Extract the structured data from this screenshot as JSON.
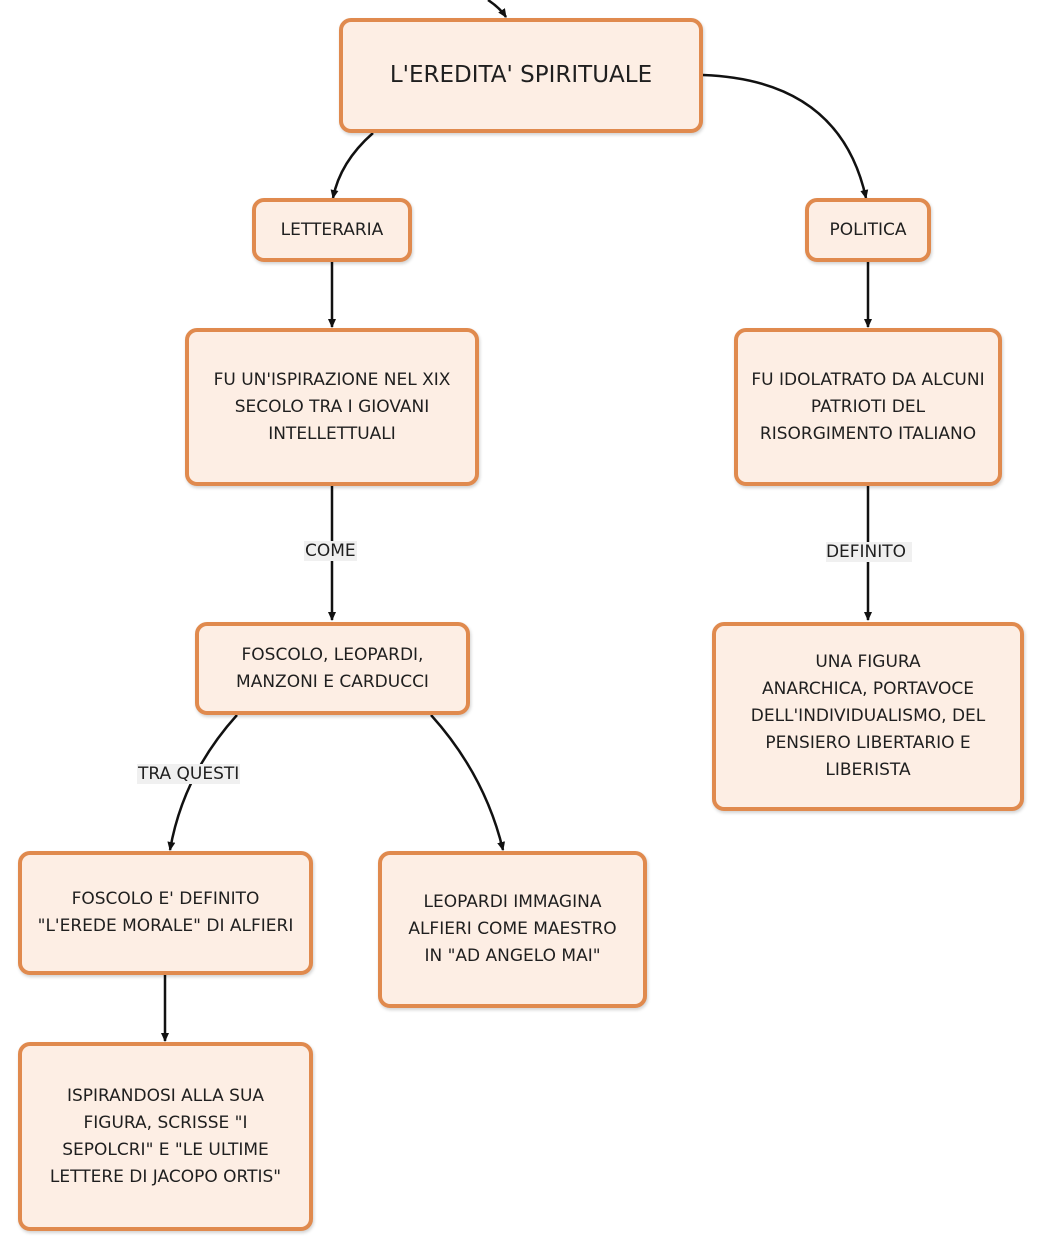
{
  "nodes": {
    "root": "L'EREDITA' SPIRITUALE",
    "letteraria": "LETTERARIA",
    "politica": "POLITICA",
    "ispirazione": [
      "FU UN'ISPIRAZIONE NEL XIX",
      "SECOLO TRA I GIOVANI",
      "INTELLETTUALI"
    ],
    "idolatrato": [
      "FU IDOLATRATO DA ALCUNI",
      "PATRIOTI DEL",
      "RISORGIMENTO ITALIANO"
    ],
    "autori": [
      "FOSCOLO, LEOPARDI,",
      "MANZONI E CARDUCCI"
    ],
    "figura": [
      "UNA FIGURA",
      "ANARCHICA, PORTAVOCE",
      "DELL'INDIVIDUALISMO, DEL",
      "PENSIERO LIBERTARIO E",
      "LIBERISTA"
    ],
    "foscolo": [
      "FOSCOLO E' DEFINITO",
      "\"L'EREDE MORALE\" DI ALFIERI"
    ],
    "leopardi": [
      "LEOPARDI IMMAGINA",
      "ALFIERI COME MAESTRO",
      "IN \"AD ANGELO MAI\""
    ],
    "sepolcri": [
      "ISPIRANDOSI ALLA SUA",
      "FIGURA, SCRISSE \"I",
      "SEPOLCRI\" E \"LE ULTIME",
      "LETTERE DI JACOPO ORTIS\""
    ]
  },
  "edge_labels": {
    "come": "COME",
    "definito": "DEFINITO",
    "tra_questi": "TRA QUESTI"
  },
  "colors": {
    "node_fill": "#fdeee4",
    "node_border": "#e08a4e",
    "edge": "#111111",
    "label_bg": "#f0f0f0"
  }
}
